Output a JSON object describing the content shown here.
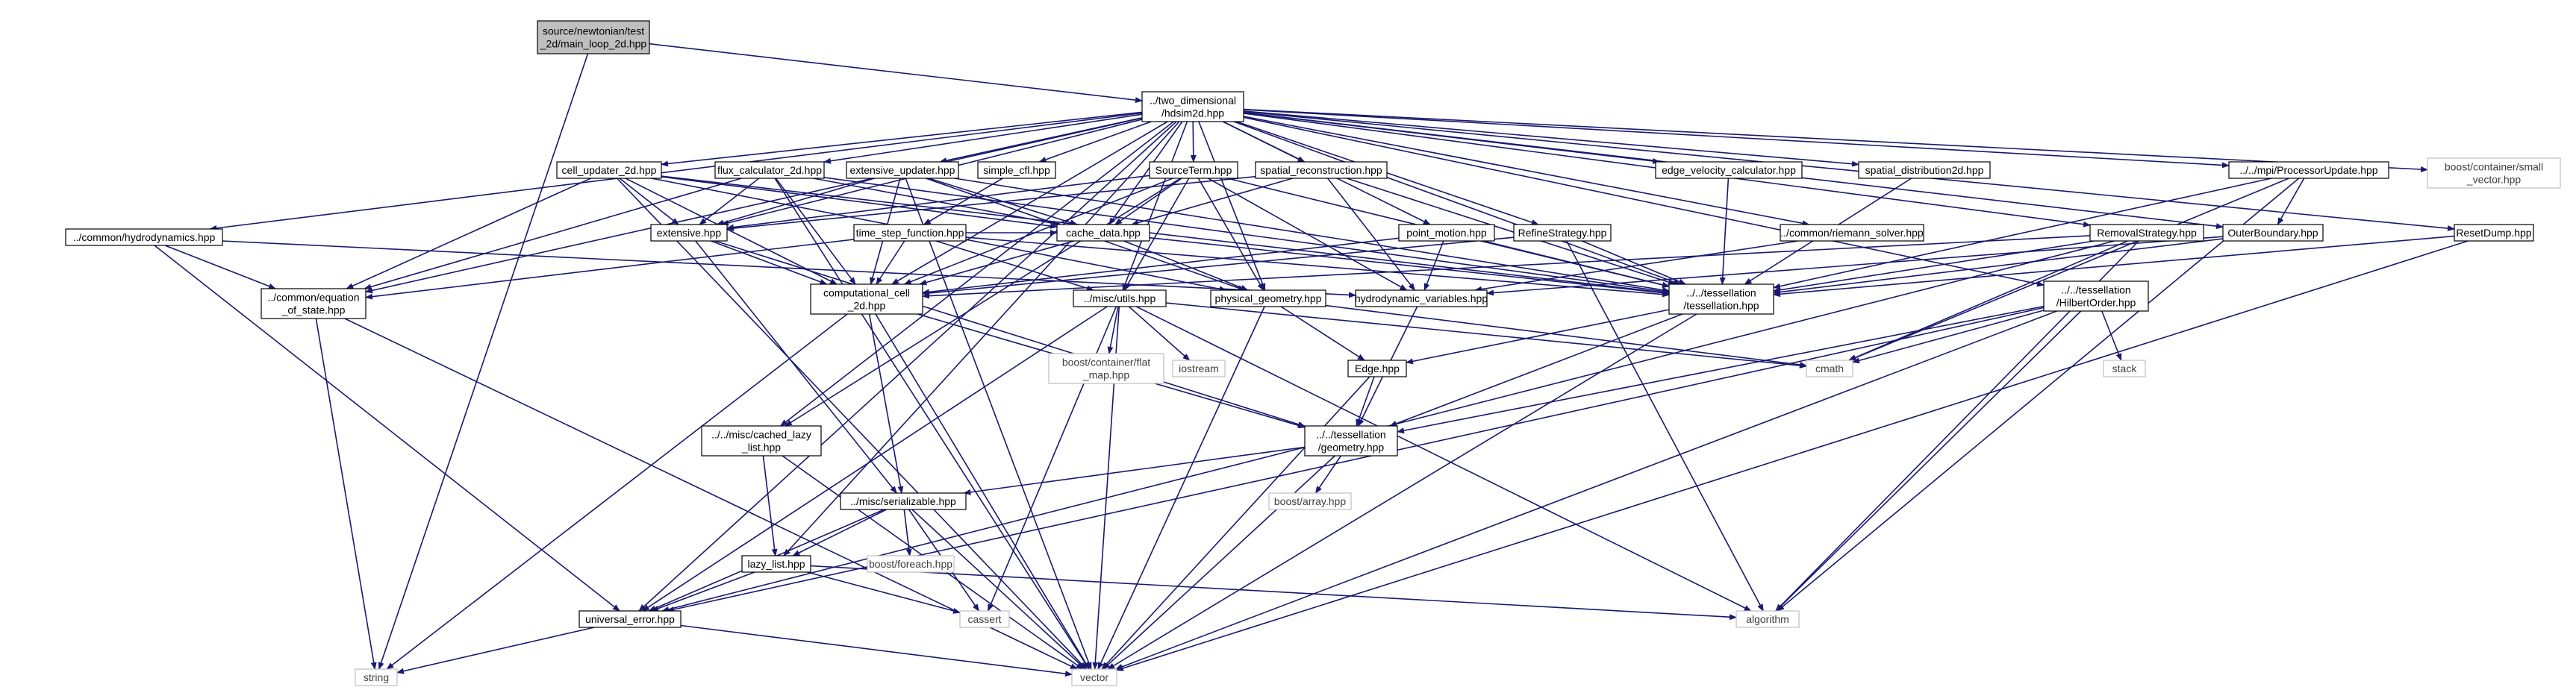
{
  "graph": {
    "colors": {
      "edge": "#191970",
      "node_border": "#000000",
      "system_node_border": "#bfbfbf",
      "root_fill": "#bfbfbf",
      "text": "#000000",
      "system_text": "#404040"
    },
    "nodes": [
      {
        "id": "root",
        "lines": [
          "source/newtonian/test",
          "_2d/main_loop_2d.hpp"
        ],
        "kind": "root"
      },
      {
        "id": "hdsim2d",
        "lines": [
          "../two_dimensional",
          "/hdsim2d.hpp"
        ],
        "kind": "local"
      },
      {
        "id": "string",
        "lines": [
          "string"
        ],
        "kind": "system"
      },
      {
        "id": "common_hydro",
        "lines": [
          "../common/hydrodynamics.hpp"
        ],
        "kind": "local"
      },
      {
        "id": "eos",
        "lines": [
          "../common/equation",
          "_of_state.hpp"
        ],
        "kind": "local"
      },
      {
        "id": "cell_updater",
        "lines": [
          "cell_updater_2d.hpp"
        ],
        "kind": "local"
      },
      {
        "id": "flux_calc",
        "lines": [
          "flux_calculator_2d.hpp"
        ],
        "kind": "local"
      },
      {
        "id": "ext_updater",
        "lines": [
          "extensive_updater.hpp"
        ],
        "kind": "local"
      },
      {
        "id": "simple_cfl",
        "lines": [
          "simple_cfl.hpp"
        ],
        "kind": "local"
      },
      {
        "id": "source_term",
        "lines": [
          "SourceTerm.hpp"
        ],
        "kind": "local"
      },
      {
        "id": "spatial_recon",
        "lines": [
          "spatial_reconstruction.hpp"
        ],
        "kind": "local"
      },
      {
        "id": "edge_vel",
        "lines": [
          "edge_velocity_calculator.hpp"
        ],
        "kind": "local"
      },
      {
        "id": "spatial_dist",
        "lines": [
          "spatial_distribution2d.hpp"
        ],
        "kind": "local"
      },
      {
        "id": "proc_update",
        "lines": [
          "../../mpi/ProcessorUpdate.hpp"
        ],
        "kind": "local"
      },
      {
        "id": "small_vector",
        "lines": [
          "boost/container/small",
          "_vector.hpp"
        ],
        "kind": "system"
      },
      {
        "id": "extensive",
        "lines": [
          "extensive.hpp"
        ],
        "kind": "local"
      },
      {
        "id": "cache_data",
        "lines": [
          "cache_data.hpp"
        ],
        "kind": "local"
      },
      {
        "id": "point_motion",
        "lines": [
          "point_motion.hpp"
        ],
        "kind": "local"
      },
      {
        "id": "refine",
        "lines": [
          "RefineStrategy.hpp"
        ],
        "kind": "local"
      },
      {
        "id": "riemann",
        "lines": [
          "../common/riemann_solver.hpp"
        ],
        "kind": "local"
      },
      {
        "id": "removal",
        "lines": [
          "RemovalStrategy.hpp"
        ],
        "kind": "local"
      },
      {
        "id": "outer_boundary",
        "lines": [
          "OuterBoundary.hpp"
        ],
        "kind": "local"
      },
      {
        "id": "reset_dump",
        "lines": [
          "ResetDump.hpp"
        ],
        "kind": "local"
      },
      {
        "id": "time_step",
        "lines": [
          "time_step_function.hpp"
        ],
        "kind": "local"
      },
      {
        "id": "comp_cell",
        "lines": [
          "computational_cell",
          "_2d.hpp"
        ],
        "kind": "local"
      },
      {
        "id": "utils",
        "lines": [
          "../misc/utils.hpp"
        ],
        "kind": "local"
      },
      {
        "id": "phys_geom",
        "lines": [
          "physical_geometry.hpp"
        ],
        "kind": "local"
      },
      {
        "id": "hydro_vars",
        "lines": [
          "hydrodynamic_variables.hpp"
        ],
        "kind": "local"
      },
      {
        "id": "tessellation",
        "lines": [
          "../../tessellation",
          "/tessellation.hpp"
        ],
        "kind": "local"
      },
      {
        "id": "hilbert",
        "lines": [
          "../../tessellation",
          "/HilbertOrder.hpp"
        ],
        "kind": "local"
      },
      {
        "id": "flat_map",
        "lines": [
          "boost/container/flat",
          "_map.hpp"
        ],
        "kind": "system"
      },
      {
        "id": "iostream",
        "lines": [
          "iostream"
        ],
        "kind": "system"
      },
      {
        "id": "edge",
        "lines": [
          "Edge.hpp"
        ],
        "kind": "local"
      },
      {
        "id": "cmath",
        "lines": [
          "cmath"
        ],
        "kind": "system"
      },
      {
        "id": "stack",
        "lines": [
          "stack"
        ],
        "kind": "system"
      },
      {
        "id": "cached_lazy",
        "lines": [
          "../../misc/cached_lazy",
          "_list.hpp"
        ],
        "kind": "local"
      },
      {
        "id": "geometry",
        "lines": [
          "../../tessellation",
          "/geometry.hpp"
        ],
        "kind": "local"
      },
      {
        "id": "serializable",
        "lines": [
          "../misc/serializable.hpp"
        ],
        "kind": "local"
      },
      {
        "id": "boost_array",
        "lines": [
          "boost/array.hpp"
        ],
        "kind": "system"
      },
      {
        "id": "lazy_list",
        "lines": [
          "lazy_list.hpp"
        ],
        "kind": "local"
      },
      {
        "id": "foreach",
        "lines": [
          "boost/foreach.hpp"
        ],
        "kind": "system"
      },
      {
        "id": "universal_error",
        "lines": [
          "universal_error.hpp"
        ],
        "kind": "local"
      },
      {
        "id": "cassert",
        "lines": [
          "cassert"
        ],
        "kind": "system"
      },
      {
        "id": "algorithm",
        "lines": [
          "algorithm"
        ],
        "kind": "system"
      },
      {
        "id": "vector",
        "lines": [
          "vector"
        ],
        "kind": "system"
      }
    ],
    "edges": [
      [
        "root",
        "hdsim2d"
      ],
      [
        "root",
        "string"
      ],
      [
        "hdsim2d",
        "common_hydro"
      ],
      [
        "hdsim2d",
        "eos"
      ],
      [
        "hdsim2d",
        "cell_updater"
      ],
      [
        "hdsim2d",
        "flux_calc"
      ],
      [
        "hdsim2d",
        "ext_updater"
      ],
      [
        "hdsim2d",
        "simple_cfl"
      ],
      [
        "hdsim2d",
        "source_term"
      ],
      [
        "hdsim2d",
        "spatial_recon"
      ],
      [
        "hdsim2d",
        "edge_vel"
      ],
      [
        "hdsim2d",
        "spatial_dist"
      ],
      [
        "hdsim2d",
        "proc_update"
      ],
      [
        "hdsim2d",
        "small_vector"
      ],
      [
        "hdsim2d",
        "extensive"
      ],
      [
        "hdsim2d",
        "cache_data"
      ],
      [
        "hdsim2d",
        "point_motion"
      ],
      [
        "hdsim2d",
        "refine"
      ],
      [
        "hdsim2d",
        "riemann"
      ],
      [
        "hdsim2d",
        "removal"
      ],
      [
        "hdsim2d",
        "outer_boundary"
      ],
      [
        "hdsim2d",
        "reset_dump"
      ],
      [
        "hdsim2d",
        "comp_cell"
      ],
      [
        "hdsim2d",
        "utils"
      ],
      [
        "hdsim2d",
        "phys_geom"
      ],
      [
        "hdsim2d",
        "tessellation"
      ],
      [
        "hdsim2d",
        "hilbert"
      ],
      [
        "hdsim2d",
        "cached_lazy"
      ],
      [
        "hdsim2d",
        "lazy_list"
      ],
      [
        "hdsim2d",
        "universal_error"
      ],
      [
        "common_hydro",
        "eos"
      ],
      [
        "common_hydro",
        "universal_error"
      ],
      [
        "common_hydro",
        "hydro_vars"
      ],
      [
        "eos",
        "string"
      ],
      [
        "eos",
        "vector"
      ],
      [
        "cell_updater",
        "eos"
      ],
      [
        "cell_updater",
        "extensive"
      ],
      [
        "cell_updater",
        "comp_cell"
      ],
      [
        "cell_updater",
        "cache_data"
      ],
      [
        "cell_updater",
        "tessellation"
      ],
      [
        "cell_updater",
        "phys_geom"
      ],
      [
        "cell_updater",
        "vector"
      ],
      [
        "flux_calc",
        "extensive"
      ],
      [
        "flux_calc",
        "comp_cell"
      ],
      [
        "flux_calc",
        "cache_data"
      ],
      [
        "flux_calc",
        "tessellation"
      ],
      [
        "flux_calc",
        "eos"
      ],
      [
        "flux_calc",
        "vector"
      ],
      [
        "ext_updater",
        "extensive"
      ],
      [
        "ext_updater",
        "comp_cell"
      ],
      [
        "ext_updater",
        "cache_data"
      ],
      [
        "ext_updater",
        "tessellation"
      ],
      [
        "ext_updater",
        "phys_geom"
      ],
      [
        "ext_updater",
        "vector"
      ],
      [
        "simple_cfl",
        "time_step"
      ],
      [
        "source_term",
        "extensive"
      ],
      [
        "source_term",
        "cache_data"
      ],
      [
        "source_term",
        "comp_cell"
      ],
      [
        "source_term",
        "tessellation"
      ],
      [
        "source_term",
        "phys_geom"
      ],
      [
        "source_term",
        "hydro_vars"
      ],
      [
        "source_term",
        "utils"
      ],
      [
        "source_term",
        "cached_lazy"
      ],
      [
        "spatial_recon",
        "cache_data"
      ],
      [
        "spatial_recon",
        "extensive"
      ],
      [
        "spatial_recon",
        "tessellation"
      ],
      [
        "spatial_recon",
        "hydro_vars"
      ],
      [
        "time_step",
        "comp_cell"
      ],
      [
        "time_step",
        "eos"
      ],
      [
        "time_step",
        "cache_data"
      ],
      [
        "time_step",
        "tessellation"
      ],
      [
        "time_step",
        "utils"
      ],
      [
        "extensive",
        "comp_cell"
      ],
      [
        "extensive",
        "serializable"
      ],
      [
        "extensive",
        "geometry"
      ],
      [
        "cache_data",
        "comp_cell"
      ],
      [
        "cache_data",
        "phys_geom"
      ],
      [
        "cache_data",
        "tessellation"
      ],
      [
        "point_motion",
        "tessellation"
      ],
      [
        "point_motion",
        "hydro_vars"
      ],
      [
        "point_motion",
        "comp_cell"
      ],
      [
        "refine",
        "tessellation"
      ],
      [
        "refine",
        "comp_cell"
      ],
      [
        "refine",
        "algorithm"
      ],
      [
        "riemann",
        "hydro_vars"
      ],
      [
        "removal",
        "tessellation"
      ],
      [
        "removal",
        "comp_cell"
      ],
      [
        "removal",
        "universal_error"
      ],
      [
        "removal",
        "algorithm"
      ],
      [
        "removal",
        "cmath"
      ],
      [
        "outer_boundary",
        "tessellation"
      ],
      [
        "outer_boundary",
        "hydro_vars"
      ],
      [
        "reset_dump",
        "tessellation"
      ],
      [
        "reset_dump",
        "vector"
      ],
      [
        "edge_vel",
        "tessellation"
      ],
      [
        "spatial_dist",
        "tessellation"
      ],
      [
        "proc_update",
        "outer_boundary"
      ],
      [
        "proc_update",
        "tessellation"
      ],
      [
        "proc_update",
        "cmath"
      ],
      [
        "proc_update",
        "algorithm"
      ],
      [
        "comp_cell",
        "string"
      ],
      [
        "comp_cell",
        "vector"
      ],
      [
        "comp_cell",
        "serializable"
      ],
      [
        "comp_cell",
        "geometry"
      ],
      [
        "utils",
        "vector"
      ],
      [
        "utils",
        "cmath"
      ],
      [
        "utils",
        "algorithm"
      ],
      [
        "utils",
        "universal_error"
      ],
      [
        "utils",
        "cassert"
      ],
      [
        "utils",
        "flat_map"
      ],
      [
        "utils",
        "iostream"
      ],
      [
        "phys_geom",
        "edge"
      ],
      [
        "phys_geom",
        "cmath"
      ],
      [
        "phys_geom",
        "vector"
      ],
      [
        "hydro_vars",
        "geometry"
      ],
      [
        "tessellation",
        "edge"
      ],
      [
        "tessellation",
        "geometry"
      ],
      [
        "tessellation",
        "vector"
      ],
      [
        "hilbert",
        "geometry"
      ],
      [
        "hilbert",
        "vector"
      ],
      [
        "hilbert",
        "algorithm"
      ],
      [
        "hilbert",
        "cmath"
      ],
      [
        "hilbert",
        "stack"
      ],
      [
        "hilbert",
        "universal_error"
      ],
      [
        "edge",
        "geometry"
      ],
      [
        "edge",
        "vector"
      ],
      [
        "cached_lazy",
        "lazy_list"
      ],
      [
        "cached_lazy",
        "vector"
      ],
      [
        "geometry",
        "serializable"
      ],
      [
        "geometry",
        "vector"
      ],
      [
        "geometry",
        "boost_array"
      ],
      [
        "serializable",
        "vector"
      ],
      [
        "serializable",
        "lazy_list"
      ],
      [
        "serializable",
        "foreach"
      ],
      [
        "serializable",
        "cassert"
      ],
      [
        "serializable",
        "universal_error"
      ],
      [
        "lazy_list",
        "universal_error"
      ],
      [
        "lazy_list",
        "algorithm"
      ],
      [
        "lazy_list",
        "cassert"
      ],
      [
        "universal_error",
        "string"
      ],
      [
        "universal_error",
        "vector"
      ]
    ]
  }
}
